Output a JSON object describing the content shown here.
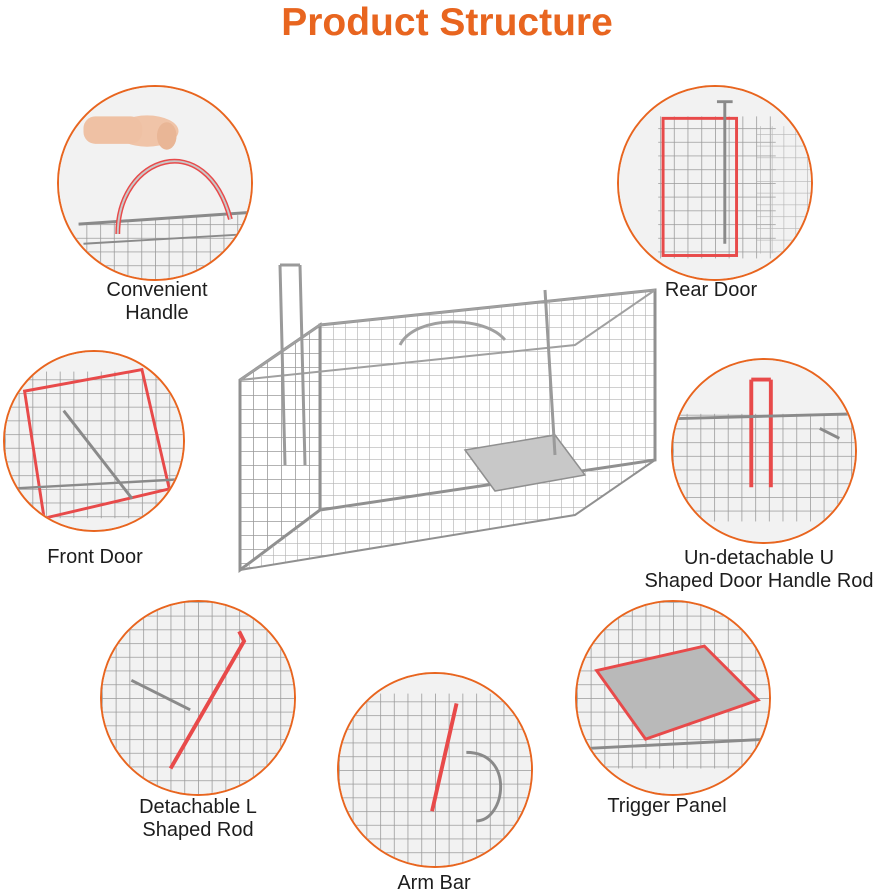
{
  "title": "Product Structure",
  "accent_color": "#e8651f",
  "highlight_color": "#e84a4a",
  "features": [
    {
      "id": "handle",
      "label_lines": [
        "Convenient",
        "Handle"
      ]
    },
    {
      "id": "rear-door",
      "label_lines": [
        "Rear Door"
      ]
    },
    {
      "id": "front-door",
      "label_lines": [
        "Front Door"
      ]
    },
    {
      "id": "u-rod",
      "label_lines": [
        "Un-detachable U",
        "Shaped Door Handle Rod"
      ]
    },
    {
      "id": "l-rod",
      "label_lines": [
        "Detachable L",
        "Shaped Rod"
      ]
    },
    {
      "id": "arm-bar",
      "label_lines": [
        "Arm Bar"
      ]
    },
    {
      "id": "trigger-panel",
      "label_lines": [
        "Trigger Panel"
      ]
    }
  ]
}
